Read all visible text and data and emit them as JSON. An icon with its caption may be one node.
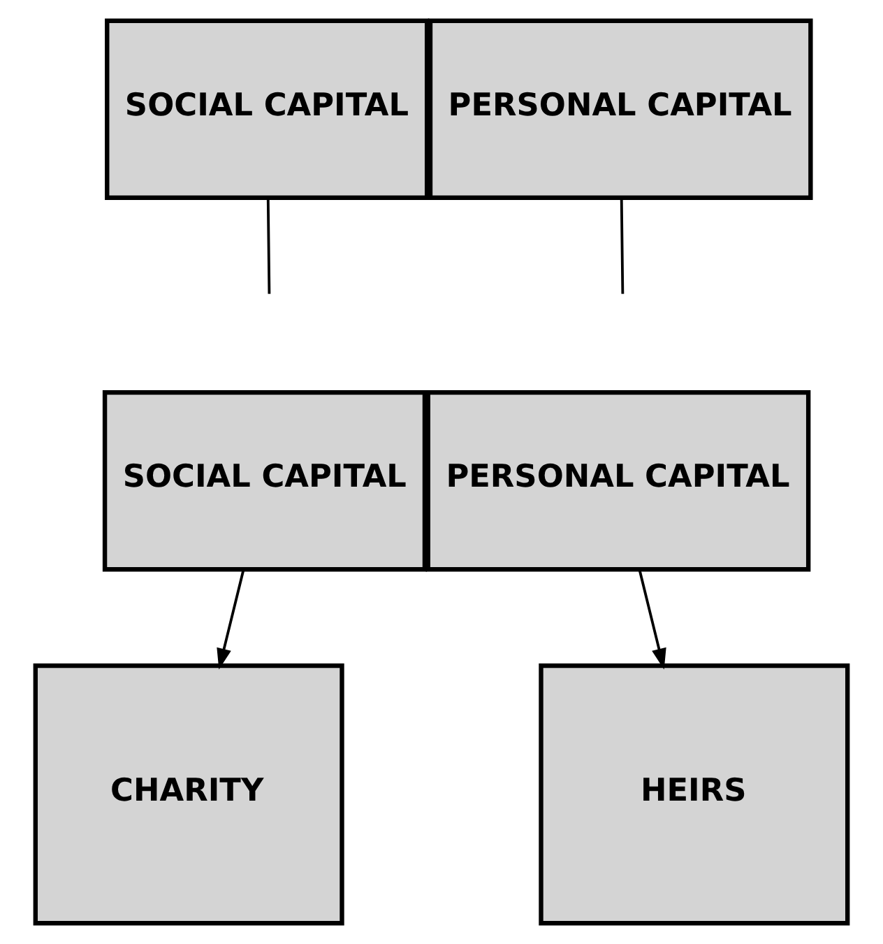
{
  "diagram": {
    "nodes": [
      {
        "text": [
          "SOCIAL CAPITAL"
        ]
      },
      {
        "text": [
          "PERSONAL CAPITAL"
        ]
      },
      {
        "text": [
          "SOCIAL CAPITAL"
        ]
      },
      {
        "text": [
          "PERSONAL CAPITAL"
        ]
      },
      {
        "text": [
          "CHARITY"
        ]
      },
      {
        "text": [
          "HEIRS"
        ]
      }
    ],
    "edges": [
      {
        "from": 0,
        "to": null,
        "arrow": "none"
      },
      {
        "from": 1,
        "to": null,
        "arrow": "none"
      },
      {
        "from": 2,
        "to": 4,
        "arrow": "to"
      },
      {
        "from": 3,
        "to": 5,
        "arrow": "to"
      }
    ]
  }
}
